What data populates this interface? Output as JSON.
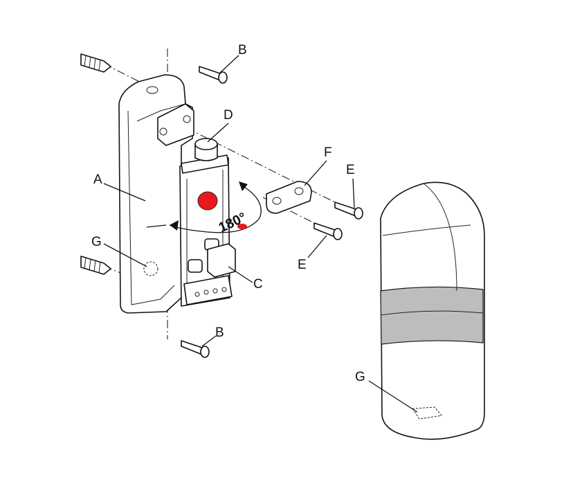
{
  "diagram": {
    "labels": {
      "a": "A",
      "b_top": "B",
      "b_bottom": "B",
      "c": "C",
      "d": "D",
      "e_top": "E",
      "e_bottom": "E",
      "f": "F",
      "g_left": "G",
      "g_right": "G"
    },
    "rotation_label": "180°",
    "colors": {
      "marker_red": "#e8191c",
      "band_gray": "#bdbdbd",
      "line": "#111111"
    }
  }
}
